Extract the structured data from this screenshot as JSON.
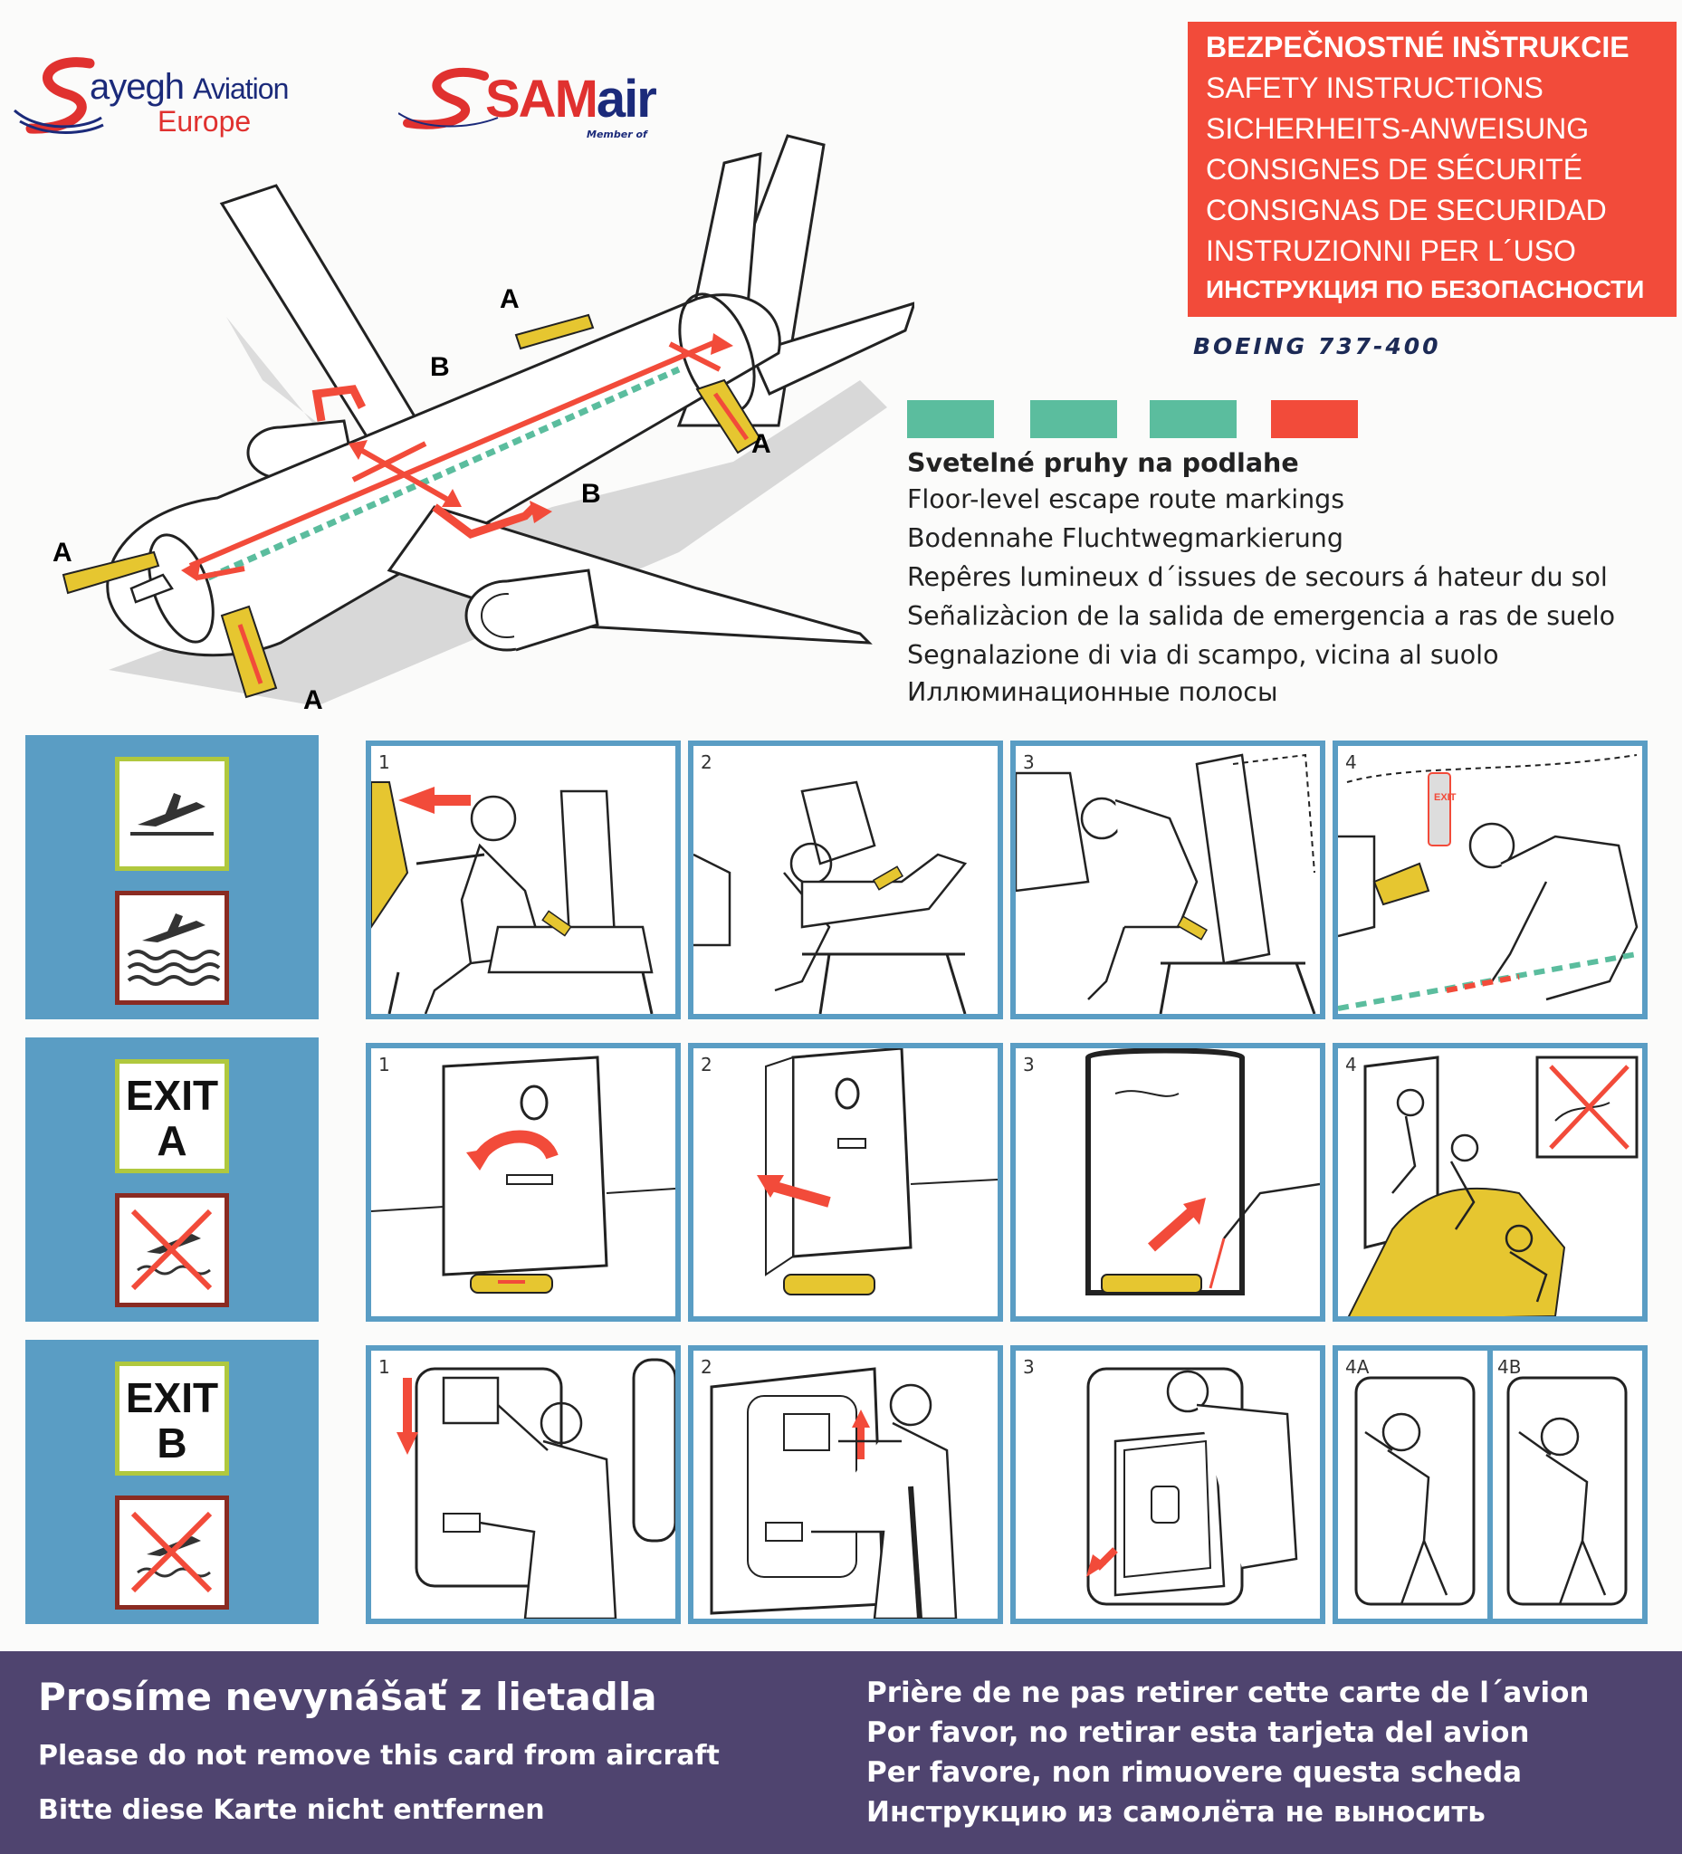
{
  "logos": {
    "sayegh": {
      "line1": "ayegh",
      "line1b": "Aviation",
      "line2": "Europe"
    },
    "samair": {
      "am": "SAM",
      "air": "air",
      "member": "Member of"
    }
  },
  "title": {
    "lines": [
      "BEZPEČNOSTNÉ INŠTRUKCIE",
      "SAFETY INSTRUCTIONS",
      "SICHERHEITS-ANWEISUNG",
      "CONSIGNES DE SÉCURITÉ",
      "CONSIGNAS DE SECURIDAD",
      "INSTRUZIONNI PER L´USO",
      "ИНСТРУКЦИЯ ПО БЕЗОПАСНОСТИ"
    ],
    "model": "BOEING 737-400",
    "color": "#f24b3a"
  },
  "floor_markings": {
    "swatch_colors": [
      "#5bbd9e",
      "#5bbd9e",
      "#5bbd9e",
      "#f24b3a"
    ],
    "lines": [
      "Svetelné pruhy na podlahe",
      "Floor-level escape route markings",
      "Bodennahe Fluchtwegmarkierung",
      "Repêres lumineux d´issues de secours á hateur du sol",
      "Señalizàcion de la salida de emergencia a ras de suelo",
      "Segnalazione di via di scampo, vicina al suolo",
      "Иллюминационные полосы"
    ]
  },
  "plane_labels": {
    "a": "A",
    "b": "B"
  },
  "rows": [
    {
      "panels": [
        "1",
        "2",
        "3",
        "4"
      ]
    },
    {
      "exit_label": "EXIT",
      "exit_letter": "A",
      "panels": [
        "1",
        "2",
        "3",
        "4"
      ]
    },
    {
      "exit_label": "EXIT",
      "exit_letter": "B",
      "panels": [
        "1",
        "2",
        "3",
        "4A",
        "4B"
      ]
    }
  ],
  "exit_sign": "EXIT",
  "footer": {
    "left": [
      "Prosíme nevynášať z lietadla",
      "Please do not remove this card from aircraft",
      "Bitte diese Karte nicht entfernen"
    ],
    "right": [
      "Prière de ne pas retirer cette carte de l´avion",
      "Por favor, no retirar esta tarjeta del avion",
      "Per favore, non rimuovere questa scheda",
      "Инструкцию из самолёта не выносить"
    ]
  },
  "colors": {
    "accent_red": "#f24b3a",
    "panel_blue": "#5a9dc4",
    "footer_purple": "#4f446f",
    "slide_yellow": "#e6c630",
    "route_green": "#5bbd9e"
  }
}
